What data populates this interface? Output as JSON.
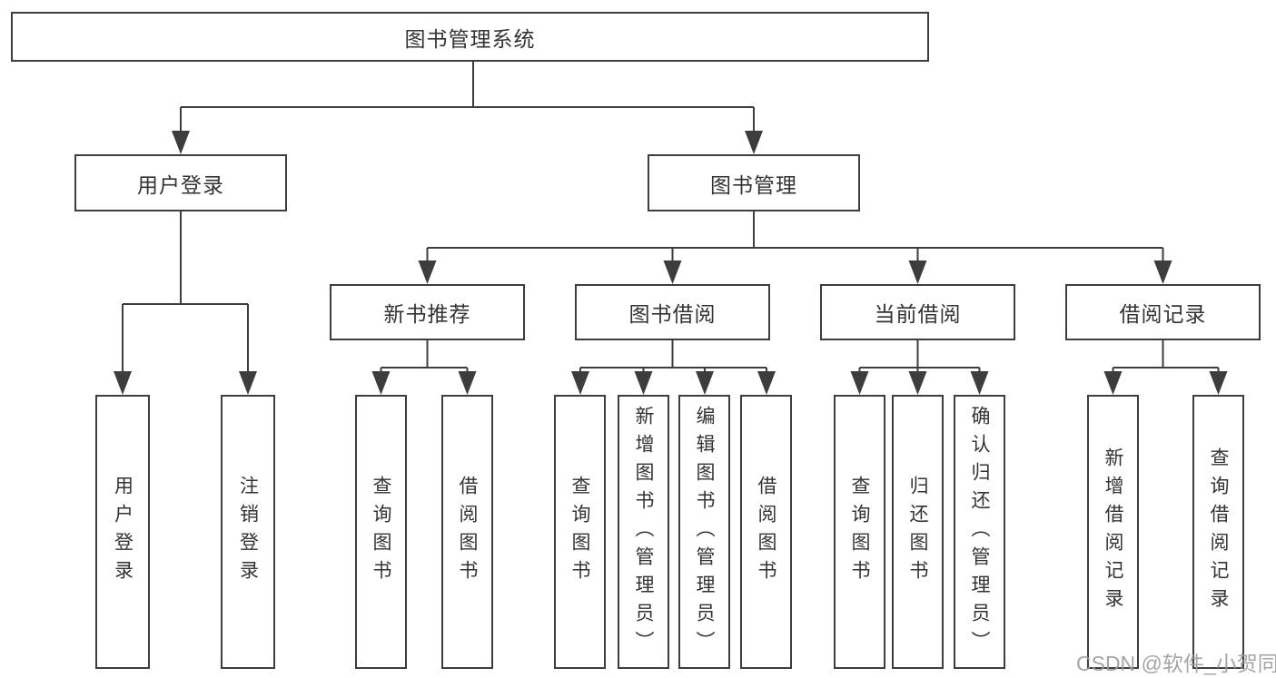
{
  "diagram": {
    "title": "图书管理系统",
    "branches": [
      {
        "label": "用户登录",
        "children": [
          "用户登录",
          "注销登录"
        ]
      },
      {
        "label": "图书管理",
        "sub": [
          {
            "label": "新书推荐",
            "children": [
              "查询图书",
              "借阅图书"
            ]
          },
          {
            "label": "图书借阅",
            "children": [
              "查询图书",
              "新增图书（管理员）",
              "编辑图书（管理员）",
              "借阅图书"
            ]
          },
          {
            "label": "当前借阅",
            "children": [
              "查询图书",
              "归还图书",
              "确认归还（管理员）"
            ]
          },
          {
            "label": "借阅记录",
            "children": [
              "新增借阅记录",
              "查询借阅记录"
            ]
          }
        ]
      }
    ]
  },
  "watermark": "CSDN @软件_小贺同学",
  "colors": {
    "line": "#3d3d3d",
    "border": "#3d3d3d",
    "text": "#333333",
    "watermark": "#9b9ba0",
    "background": "#ffffff"
  }
}
